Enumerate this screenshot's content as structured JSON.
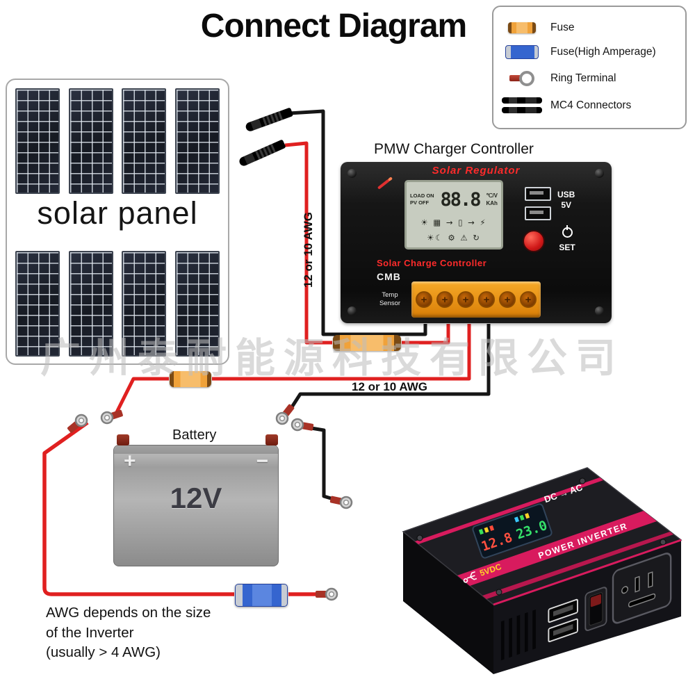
{
  "title": "Connect Diagram",
  "legend": {
    "items": [
      {
        "label": "Fuse"
      },
      {
        "label": "Fuse(High Amperage)"
      },
      {
        "label": "Ring Terminal"
      },
      {
        "label": "MC4 Connectors"
      }
    ]
  },
  "solar_panel": {
    "label": "solar panel"
  },
  "pv_wire_label": "12 or 10 AWG",
  "battery_wire_label": "12 or 10 AWG",
  "controller": {
    "heading": "PMW Charger Controller",
    "brand": "Solar Regulator",
    "lcd": {
      "status1": "LOAD ON",
      "status2": "PV OFF",
      "reading": "88.8",
      "unit_top": "℃/V",
      "unit_bottom": "KAh",
      "icons_row1": "☀ ▦ → ▯ → ⚡",
      "icons_row2": "☀☾  ⚙  ⚠  ↻"
    },
    "usb_line1": "USB",
    "usb_line2": "5V",
    "set_label": "SET",
    "subtitle": "Solar Charge Controller",
    "model": "CMB",
    "temp_line1": "Temp",
    "temp_line2": "Sensor"
  },
  "battery": {
    "heading": "Battery",
    "voltage": "12V",
    "positive": "+",
    "negative": "−"
  },
  "inverter": {
    "mode": "DC → AC",
    "name": "POWER INVERTER",
    "usb_label": "5VDC",
    "display_left": "12.8",
    "display_right": "23.0"
  },
  "note": {
    "line1": "AWG depends on the size",
    "line2": "of the Inverter",
    "line3": "(usually > 4 AWG)"
  },
  "watermark": "广州泰耐能源科技有限公司",
  "colors": {
    "wire_red": "#e02020",
    "wire_black": "#161616",
    "fuse_orange": "#f0a23a",
    "fuse_blue": "#3565cf",
    "accent_pink": "#d81b5e",
    "controller_red": "#ff2b2b"
  }
}
